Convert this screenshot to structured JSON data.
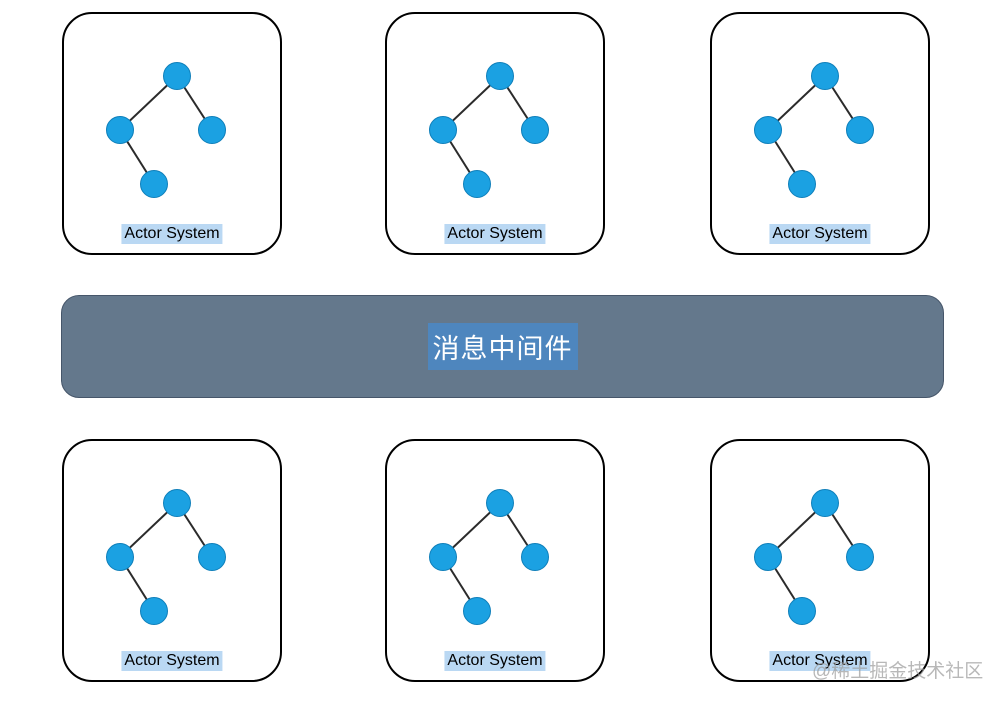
{
  "boxes": [
    {
      "label": "Actor System"
    },
    {
      "label": "Actor System"
    },
    {
      "label": "Actor System"
    },
    {
      "label": "Actor System"
    },
    {
      "label": "Actor System"
    },
    {
      "label": "Actor System"
    }
  ],
  "middleware_bar": {
    "label": "消息中间件"
  },
  "watermark": {
    "text": "@稀土掘金技术社区"
  },
  "colors": {
    "node_fill": "#1ba1e2",
    "node_stroke": "#0e7fba",
    "edge": "#2b2b2b",
    "box_border": "#000000",
    "label_highlight": "#bad8f3",
    "bar_fill": "#64788c",
    "bar_border": "#46566a",
    "bar_text_highlight": "#4e86be",
    "bar_text": "#ffffff",
    "watermark_gray": "#9e9e9e"
  }
}
